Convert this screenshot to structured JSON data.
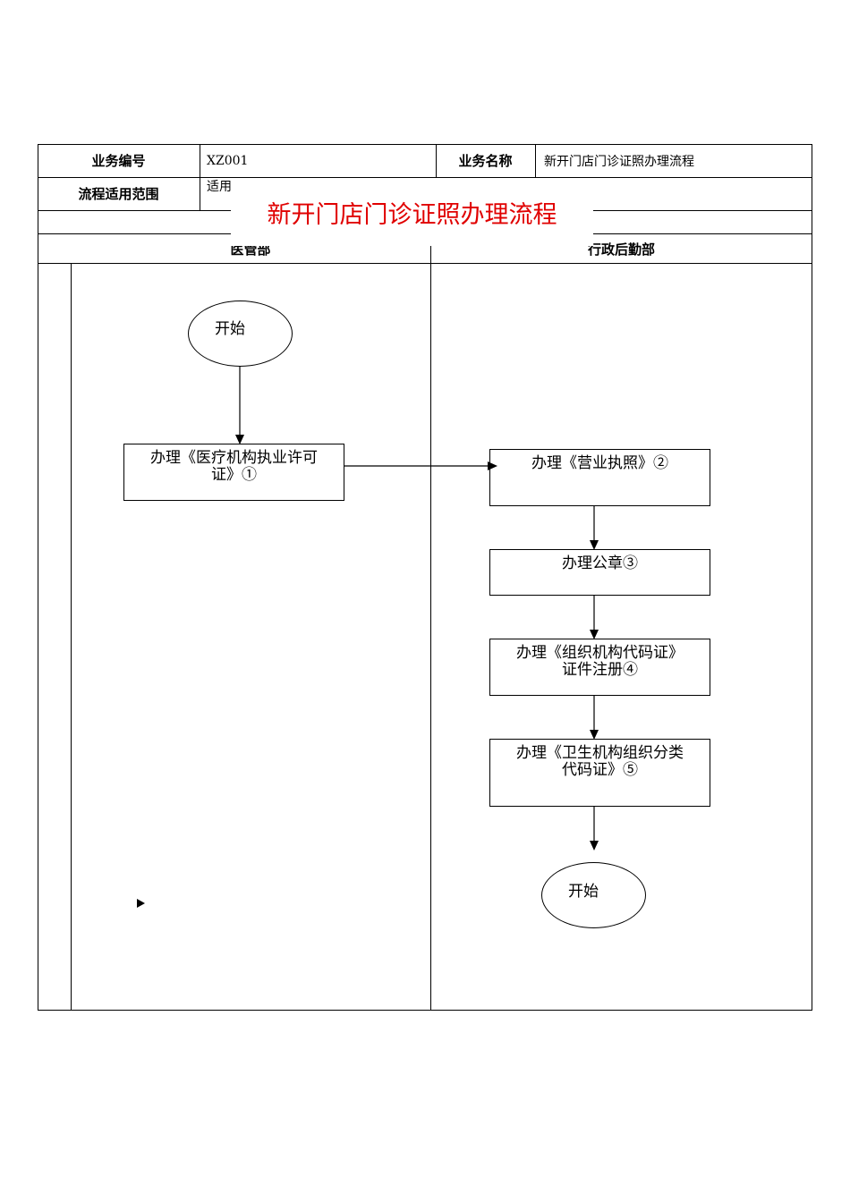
{
  "header": {
    "business_code_label": "业务编号",
    "business_code_value": "XZ001",
    "business_name_label": "业务名称",
    "business_name_value": "新开门店门诊证照办理流程",
    "scope_label": "流程适用范围",
    "scope_value": "适用"
  },
  "overlay_title": "新开门店门诊证照办理流程",
  "lanes": {
    "left": "医管部",
    "right": "行政后勤部"
  },
  "nodes": {
    "start": "开始",
    "step1_line1": "办理《医疗机构执业许可",
    "step1_line2": "证》①",
    "step2": "办理《营业执照》②",
    "step3": "办理公章③",
    "step4_line1": "办理《组织机构代码证》",
    "step4_line2": "证件注册④",
    "step5_line1": "办理《卫生机构组织分类",
    "step5_line2": "代码证》⑤",
    "end": "开始"
  },
  "colors": {
    "title_red": "#e00000",
    "line": "#000000"
  }
}
